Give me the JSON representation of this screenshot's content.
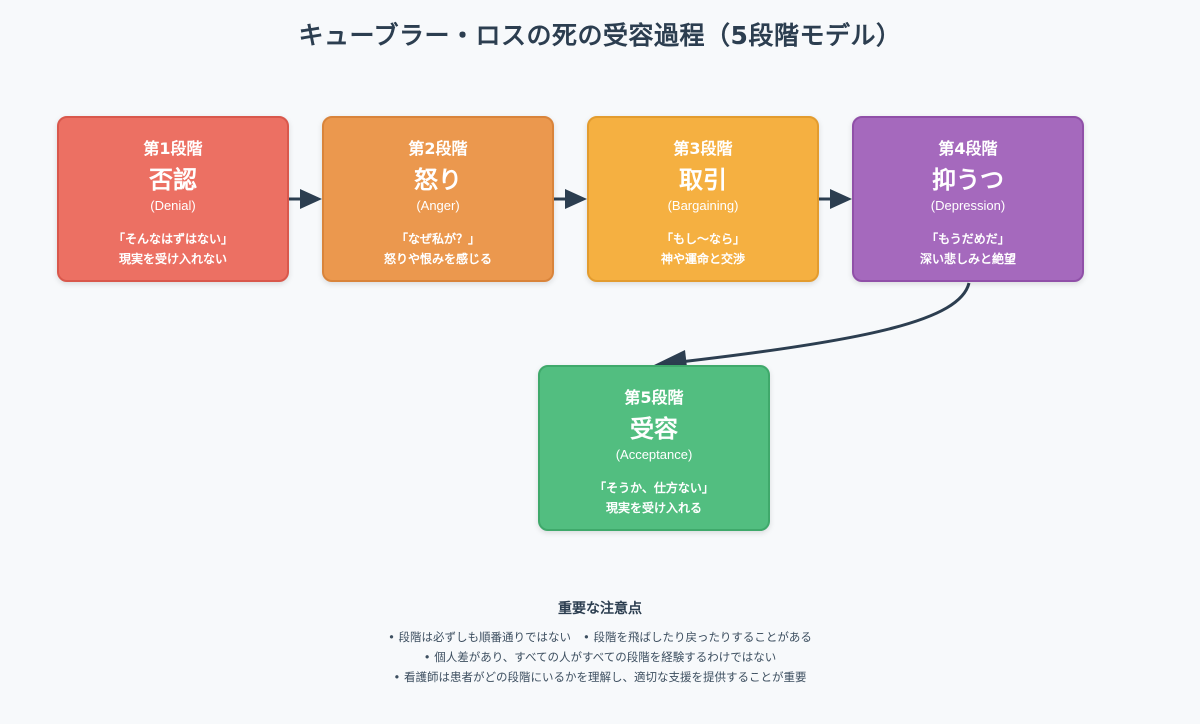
{
  "title": "キューブラー・ロスの死の受容過程（5段階モデル）",
  "colors": {
    "stage1": "#ec7063",
    "stage2": "#eb984e",
    "stage3": "#f5b041",
    "stage4": "#a569bd",
    "stage5": "#52be80",
    "arrow": "#2c3e50"
  },
  "stages": [
    {
      "label": "第1段階",
      "name": "否認",
      "english": "(Denial)",
      "quote": "「そんなはずはない」",
      "desc": "現実を受け入れない"
    },
    {
      "label": "第2段階",
      "name": "怒り",
      "english": "(Anger)",
      "quote": "「なぜ私が？」",
      "desc": "怒りや恨みを感じる"
    },
    {
      "label": "第3段階",
      "name": "取引",
      "english": "(Bargaining)",
      "quote": "「もし〜なら」",
      "desc": "神や運命と交渉"
    },
    {
      "label": "第4段階",
      "name": "抑うつ",
      "english": "(Depression)",
      "quote": "「もうだめだ」",
      "desc": "深い悲しみと絶望"
    },
    {
      "label": "第5段階",
      "name": "受容",
      "english": "(Acceptance)",
      "quote": "「そうか、仕方ない」",
      "desc": "現実を受け入れる"
    }
  ],
  "notes": {
    "title": "重要な注意点",
    "line1a": "• 段階は必ずしも順番通りではない",
    "line1b": "• 段階を飛ばしたり戻ったりすることがある",
    "line2": "• 個人差があり、すべての人がすべての段階を経験するわけではない",
    "line3": "• 看護師は患者がどの段階にいるかを理解し、適切な支援を提供することが重要"
  }
}
